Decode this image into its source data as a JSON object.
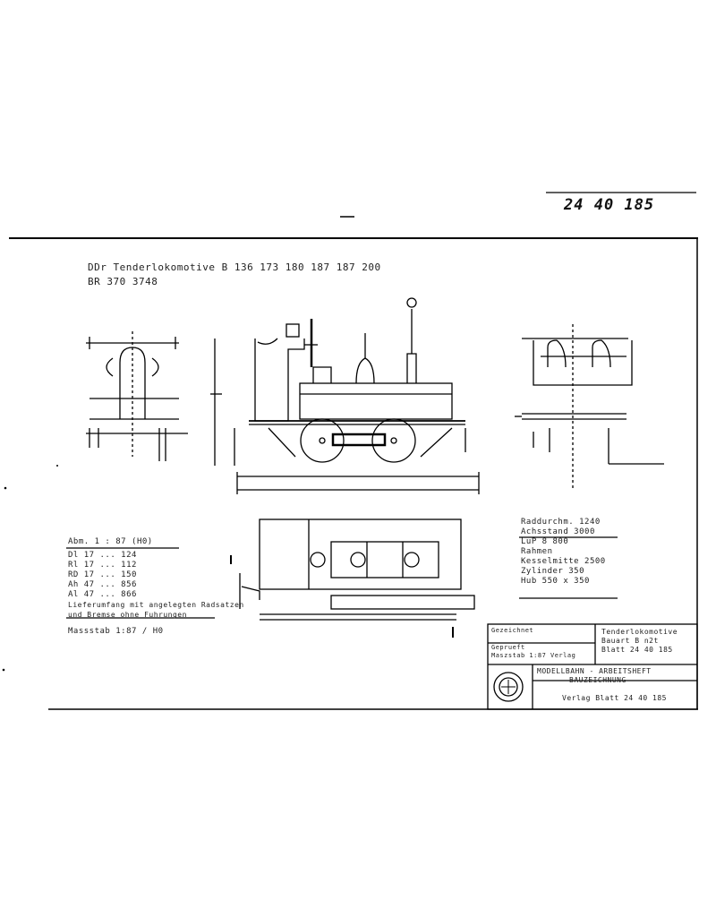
{
  "header": {
    "sheet_number": "24 40 185"
  },
  "title": {
    "line1": "DDr Tenderlokomotive B 136 173 180 187 187 200",
    "line2": "BR 370 3748"
  },
  "left_table": {
    "heading": "Abm. 1 : 87 (H0)",
    "rows": [
      "Dl 17 ... 124",
      "Rl 17 ... 112",
      "RD 17 ... 150",
      "Ah 47 ... 856",
      "Al 47 ... 866"
    ],
    "notes": [
      "Lieferumfang mit angelegten Radsatzen",
      "und Bremse ohne Fuhrungen"
    ],
    "footer": "Massstab 1:87 / H0"
  },
  "right_table": {
    "rows": [
      "Raddurchm. 1240",
      "Achsstand 3000",
      "LuP 8 800",
      "Rahmen",
      "Kesselmitte 2500",
      "Zylinder 350",
      "Hub 550 x 350"
    ]
  },
  "title_block": {
    "left_labels": [
      "Gezeichnet",
      "Geprueft",
      "Maszstab 1:87 Verlag"
    ],
    "right_lines": [
      "Tenderlokomotive",
      "Bauart B n2t",
      "Blatt 24 40 185"
    ],
    "company_line1": "MODELLBAHN - ARBEITSHEFT",
    "company_line2": "BAUZEICHNUNG",
    "company_line3": "Verlag Blatt 24 40 185",
    "seal_label": "seal"
  }
}
